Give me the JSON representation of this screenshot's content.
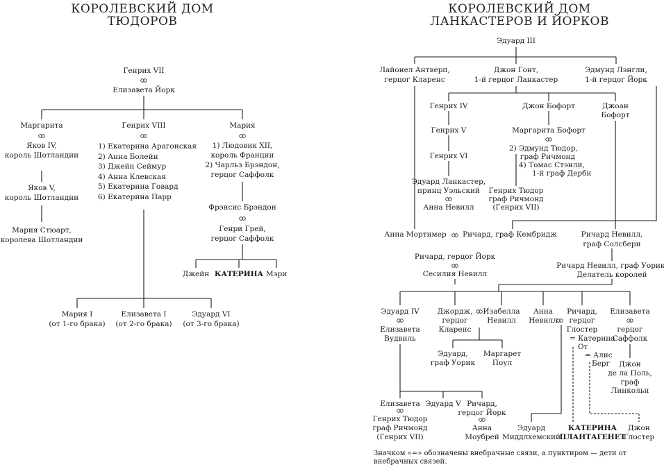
{
  "tudor": {
    "title1": "КОРОЛЕВСКИЙ ДОМ",
    "title2": "ТЮДОРОВ",
    "henry7": "Генрих VII",
    "elizabeth_york": "Елизавета Йорк",
    "margaret": "Маргарита",
    "james4_a": "Яков IV,",
    "james4_b": "король Шотландии",
    "james5_a": "Яков V,",
    "james5_b": "король Шотландии",
    "mary_stuart_a": "Мария Стюарт,",
    "mary_stuart_b": "королева Шотландии",
    "henry8": "Генрих VIII",
    "wives": [
      "1)  Екатерина Арагонская",
      "2)  Анна Болейн",
      "3)  Джейн Сеймур",
      "4)  Анна Клевская",
      "5)  Екатерина Говард",
      "6)  Екатерина Парр"
    ],
    "mary_rose": "Мария",
    "mary_husbands": [
      "1) Людовик XII,",
      "король Франции",
      "2) Чарльз Брэндон,",
      "герцог Саффолк"
    ],
    "frances": "Фрэнсис Брэндон",
    "henry_grey_a": "Генри Грей,",
    "henry_grey_b": "герцог Саффолк",
    "jane": "Джейн",
    "katherine": "КАТЕРИНА",
    "mary_grey": "Мэри",
    "mary1_a": "Мария I",
    "mary1_b": "(от 1-го брака)",
    "elizabeth1_a": "Елизавета I",
    "elizabeth1_b": "(от 2-го брака)",
    "edward6_a": "Эдуард VI",
    "edward6_b": "(от 3-го брака)"
  },
  "lancaster": {
    "title1": "КОРОЛЕВСКИЙ ДОМ",
    "title2": "ЛАНКАСТЕРОВ И ЙОРКОВ",
    "edward3": "Эдуард III",
    "lionel_a": "Лайонел Антверп,",
    "lionel_b": "герцог Кларенс",
    "john_gaunt_a": "Джон Гонт,",
    "john_gaunt_b": "1-й герцог Ланкастер",
    "edmund_langley_a": "Эдмунд Лэнгли,",
    "edmund_langley_b": "1-й герцог Йорк",
    "henry4": "Генрих IV",
    "henry5": "Генрих V",
    "henry6": "Генрих VI",
    "edward_lancaster_a": "Эдуард Ланкастер,",
    "edward_lancaster_b": "принц Уэльский",
    "anne_neville1": "Анна Невилл",
    "john_beaufort": "Джон Бофорт",
    "margaret_beaufort": "Маргарита Бофорт",
    "edmund_tudor_a": "2)  Эдмунд Тюдор,",
    "edmund_tudor_b": "граф Ричмонд",
    "stanley_a": "4)  Томас Стэнли,",
    "stanley_b": "1-й граф Дерби",
    "henry_tudor_a": "Генрих Тюдор",
    "henry_tudor_b": "граф Ричмонд",
    "henry_tudor_c": "(Генрих VII)",
    "joan_beaufort_a": "Джоан",
    "joan_beaufort_b": "Бофорт",
    "anne_mortimer": "Анна Мортимер",
    "richard_cambridge": "Ричард, граф Кембридж",
    "richard_neville_salisbury_a": "Ричард Невилл,",
    "richard_neville_salisbury_b": "граф Солсбери",
    "richard_york": "Ричард, герцог Йорк",
    "cecily": "Сесилия Невилл",
    "warwick_a": "Ричард Невилл, граф Уорик,",
    "warwick_b": "Делатель королей",
    "edward4": "Эдуард IV",
    "elizabeth_woodville_a": "Елизавета",
    "elizabeth_woodville_b": "Вудвиль",
    "george_a": "Джордж,",
    "george_b": "герцог",
    "george_c": "Кларенс",
    "isabella_a": "Изабелла",
    "isabella_b": "Невилл",
    "anne_neville2_a": "Анна",
    "anne_neville2_b": "Невилл",
    "richard3_a": "Ричард,",
    "richard3_b": "герцог",
    "richard3_c": "Глостер",
    "katerina_ot_a": "= Катерина",
    "katerina_ot_b": "От",
    "alice_a": "= Алис",
    "alice_b": "Берг",
    "elizabeth_suffolk_a": "Елизавета",
    "elizabeth_suffolk_b": "герцог",
    "elizabeth_suffolk_c": "Саффолк",
    "edward_warwick_a": "Эдуард,",
    "edward_warwick_b": "граф Уорик",
    "margaret_pole_a": "Маргарет",
    "margaret_pole_b": "Поул",
    "john_pole_a": "Джон",
    "john_pole_b": "де ла Поль,",
    "john_pole_c": "граф",
    "john_pole_d": "Линкольн",
    "elizabeth_york_a": "Елизавета",
    "henry_tudor2_a": "Генрих Тюдор",
    "henry_tudor2_b": "граф Ричмонд",
    "henry_tudor2_c": "(Генрих VII)",
    "edward5": "Эдуард V",
    "richard_shrewsbury_a": "Ричард,",
    "richard_shrewsbury_b": "герцог Йорк",
    "anne_mowbray_a": "Анна",
    "anne_mowbray_b": "Моубрей",
    "edward_middleham_a": "Эдуард",
    "edward_middleham_b": "Миддлхемский",
    "katerina_plantagenet_a": "КАТЕРИНА",
    "katerina_plantagenet_b": "ПЛАНТАГЕНЕТ",
    "john_gloucester_a": "Джон",
    "john_gloucester_b": "Глостер"
  },
  "footnote": "Значком «=» обозначены внебрачные связи, а пунктиром — дети от внебрачных связей."
}
